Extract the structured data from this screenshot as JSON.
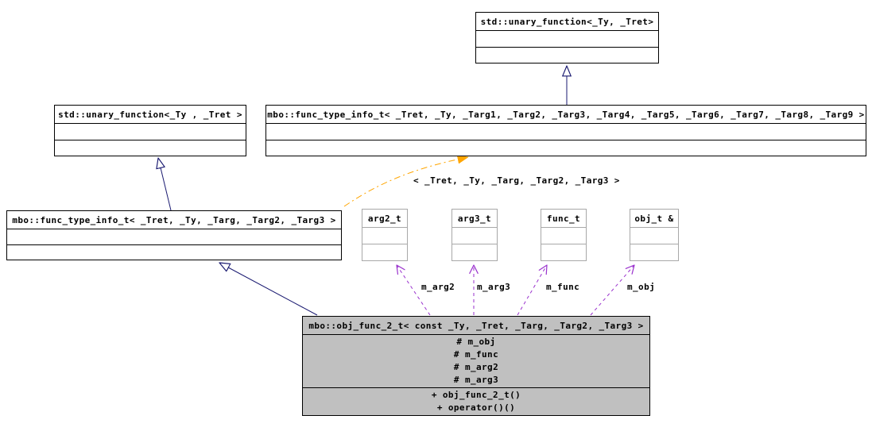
{
  "colors": {
    "inheritance_edge": "#191970",
    "template_edge": "#ffa500",
    "member_edge": "#9a32cd",
    "class_border": "#000000",
    "typebox_border": "#a8a8a8",
    "selected_class_fill": "#c0c0c0",
    "background": "#ffffff"
  },
  "classes": {
    "unary_function_top": {
      "title": "std::unary_function<_Ty, _Tret>"
    },
    "unary_function_left": {
      "title": "std::unary_function<_Ty , _Tret >"
    },
    "func_type_info_full": {
      "title": "mbo::func_type_info_t< _Tret, _Ty, _Targ1, _Targ2, _Targ3, _Targ4, _Targ5, _Targ6, _Targ7, _Targ8, _Targ9 >"
    },
    "func_type_info_partial": {
      "title": "mbo::func_type_info_t< _Tret, _Ty, _Targ, _Targ2, _Targ3 >"
    },
    "arg2_t": {
      "title": "arg2_t"
    },
    "arg3_t": {
      "title": "arg3_t"
    },
    "func_t": {
      "title": "func_t"
    },
    "obj_t_ref": {
      "title": "obj_t &"
    },
    "obj_func_2_t": {
      "title": "mbo::obj_func_2_t< const _Ty, _Tret, _Targ, _Targ2, _Targ3 >",
      "attributes": [
        "# m_obj",
        "# m_func",
        "# m_arg2",
        "# m_arg3"
      ],
      "methods": [
        "+ obj_func_2_t()",
        "+ operator()()"
      ]
    }
  },
  "edge_labels": {
    "template_instantiation": "< _Tret, _Ty, _Targ, _Targ2, _Targ3 >",
    "m_arg2": "m_arg2",
    "m_arg3": "m_arg3",
    "m_func": "m_func",
    "m_obj": "m_obj"
  }
}
